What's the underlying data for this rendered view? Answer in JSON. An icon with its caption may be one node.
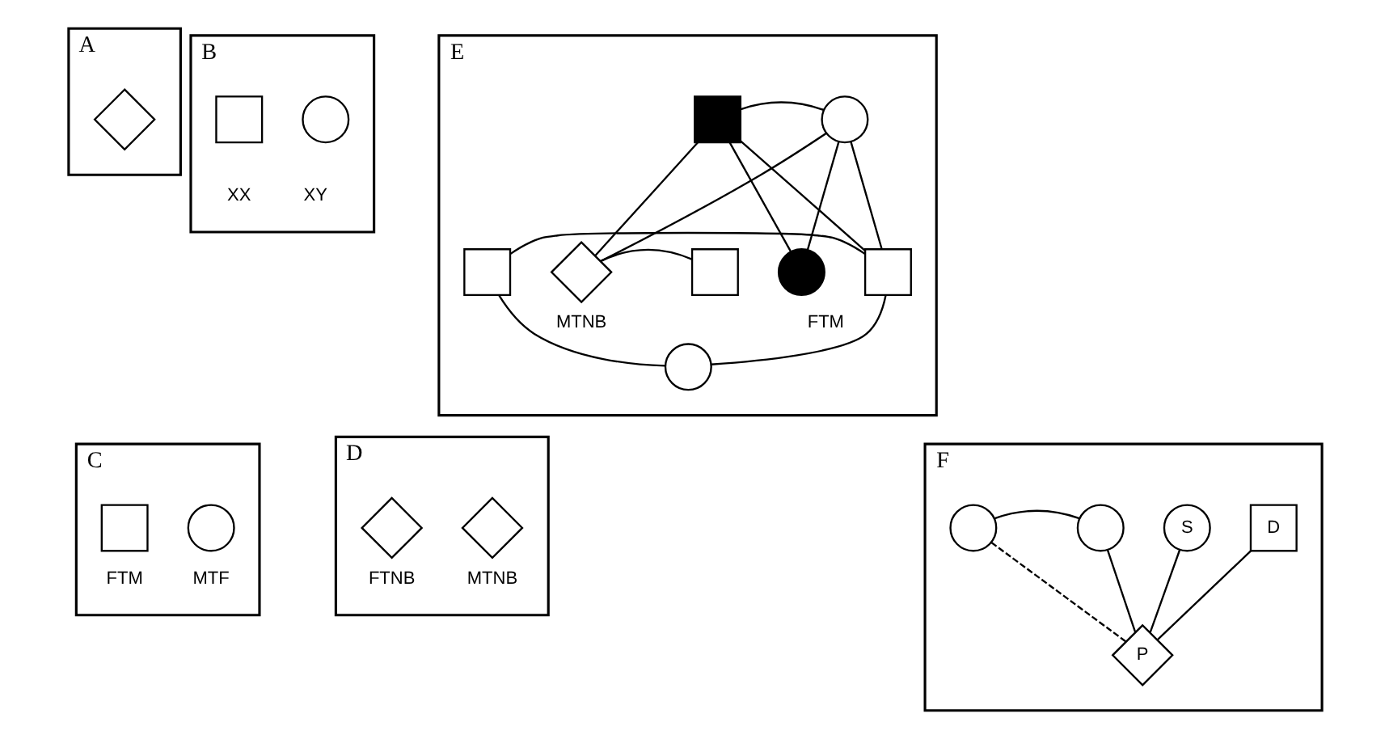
{
  "diagram": {
    "nodes": [
      {
        "text": [
          "A"
        ]
      },
      {
        "text": [],
        "shape": "diamond",
        "in": 0
      },
      {
        "text": [
          "B"
        ]
      },
      {
        "text": [],
        "shape": "box",
        "in": 2,
        "beside": [
          "XX"
        ]
      },
      {
        "text": [],
        "shape": "circle",
        "in": 2,
        "beside": [
          "XY"
        ]
      },
      {
        "text": [
          "E"
        ]
      },
      {
        "text": [],
        "shape": "box",
        "in": 5
      },
      {
        "text": [],
        "shape": "circle",
        "in": 5
      },
      {
        "text": [],
        "shape": "box",
        "in": 5
      },
      {
        "text": [],
        "shape": "box",
        "in": 5,
        "beside": [
          "FTM"
        ]
      },
      {
        "text": [],
        "shape": "circle",
        "in": 5
      },
      {
        "text": [],
        "shape": "diamond",
        "in": 5,
        "beside": [
          "MTNB"
        ]
      },
      {
        "text": [],
        "shape": "box",
        "in": 5
      },
      {
        "text": [],
        "shape": "circle",
        "in": 5
      },
      {
        "text": [
          "C"
        ]
      },
      {
        "text": [],
        "shape": "box",
        "in": 14,
        "beside": [
          "FTM"
        ]
      },
      {
        "text": [],
        "shape": "circle",
        "in": 14,
        "beside": [
          "MTF"
        ]
      },
      {
        "text": [
          "D"
        ]
      },
      {
        "text": [],
        "shape": "diamond",
        "in": 17,
        "beside": [
          "FTNB"
        ]
      },
      {
        "text": [],
        "shape": "diamond",
        "in": 17,
        "beside": [
          "MTNB"
        ]
      },
      {
        "text": [
          "F"
        ]
      },
      {
        "text": [],
        "shape": "circle",
        "in": 20
      },
      {
        "text": [],
        "shape": "circle",
        "in": 20
      },
      {
        "text": [
          "S"
        ],
        "in": 20
      },
      {
        "text": [
          "D"
        ],
        "in": 20
      },
      {
        "text": [
          "P"
        ],
        "in": 20
      }
    ],
    "edges": [
      {
        "from": 6,
        "to": 7,
        "arrow": "none"
      },
      {
        "from": 6,
        "to": 9,
        "arrow": "none"
      },
      {
        "from": 7,
        "to": 9,
        "arrow": "none"
      },
      {
        "from": 6,
        "to": 10,
        "arrow": "none"
      },
      {
        "from": 7,
        "to": 10,
        "arrow": "none"
      },
      {
        "from": 6,
        "to": 11,
        "arrow": "none"
      },
      {
        "from": 7,
        "to": 11,
        "arrow": "none"
      },
      {
        "from": 8,
        "to": 9,
        "arrow": "none"
      },
      {
        "from": 11,
        "to": 12,
        "arrow": "none"
      },
      {
        "from": 8,
        "to": 13,
        "arrow": "none"
      },
      {
        "from": 9,
        "to": 13,
        "arrow": "none"
      },
      {
        "from": 21,
        "to": 22,
        "arrow": "none"
      },
      {
        "from": 21,
        "to": 25,
        "arrow": "none",
        "style": "dashed"
      },
      {
        "from": 22,
        "to": 25,
        "arrow": "none"
      },
      {
        "from": 23,
        "to": 25,
        "arrow": "none"
      },
      {
        "from": 24,
        "to": 25,
        "arrow": "none"
      }
    ]
  }
}
